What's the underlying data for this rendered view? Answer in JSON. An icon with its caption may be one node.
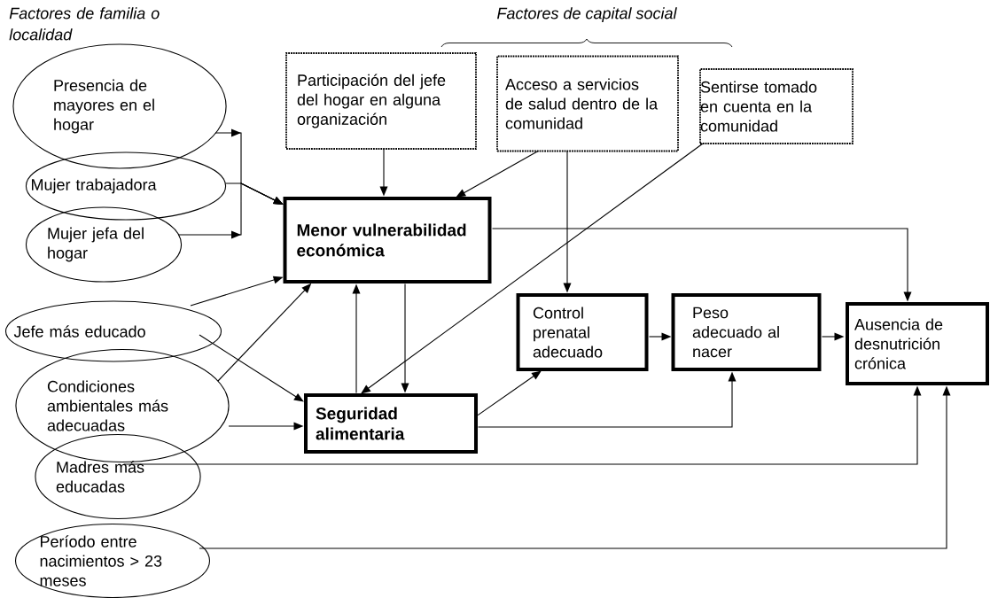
{
  "diagram": {
    "nodes": [
      {
        "text": [
          "Presencia de mayores en el hogar"
        ]
      },
      {
        "text": [
          "Mujer trabajadora"
        ]
      },
      {
        "text": [
          "Mujer jefa del hogar"
        ]
      },
      {
        "text": [
          "Participación del jefe del hogar en alguna organización"
        ]
      },
      {
        "text": [
          "Acceso a servicios de salud dentro de la comunidad"
        ]
      },
      {
        "text": [
          "Sentirse tomado en cuenta en la comunidad"
        ]
      },
      {
        "text": [
          "Menor vulnerabilidad económica"
        ]
      },
      {
        "text": [
          "Jefe más educado"
        ]
      },
      {
        "text": [
          "Condiciones ambientales más adecuadas"
        ]
      },
      {
        "text": [
          "Control prenatal adecuado"
        ]
      },
      {
        "text": [
          "Peso adecuado al nacer"
        ]
      },
      {
        "text": [
          "Ausencia de desnutrición crónica"
        ]
      },
      {
        "text": [
          "Seguridad alimentaria"
        ]
      },
      {
        "text": [
          "Madres más educadas"
        ]
      },
      {
        "text": [
          "Período entre nacimientos > 23 meses"
        ]
      }
    ],
    "edges": [
      {
        "from": 0,
        "to": 6,
        "arrow": "to"
      },
      {
        "from": 1,
        "to": 6,
        "arrow": "to"
      },
      {
        "from": 2,
        "to": 6,
        "arrow": "to"
      },
      {
        "from": 3,
        "to": 6,
        "arrow": "to"
      },
      {
        "from": 4,
        "to": 6,
        "arrow": "to"
      },
      {
        "from": 4,
        "to": 9,
        "arrow": "to"
      },
      {
        "from": 5,
        "to": 12,
        "arrow": "to"
      },
      {
        "from": 6,
        "to": 11,
        "arrow": "to"
      },
      {
        "from": 6,
        "to": 12,
        "arrow": "to"
      },
      {
        "from": 12,
        "to": 6,
        "arrow": "to"
      },
      {
        "from": 7,
        "to": 6,
        "arrow": "to"
      },
      {
        "from": 7,
        "to": 12,
        "arrow": "to"
      },
      {
        "from": 8,
        "to": 6,
        "arrow": "to"
      },
      {
        "from": 8,
        "to": 12,
        "arrow": "to"
      },
      {
        "from": 12,
        "to": 9,
        "arrow": "to"
      },
      {
        "from": 12,
        "to": 10,
        "arrow": "to"
      },
      {
        "from": 13,
        "to": 11,
        "arrow": "to"
      },
      {
        "from": 14,
        "to": 11,
        "arrow": "to"
      },
      {
        "from": 9,
        "to": 10,
        "arrow": "to"
      },
      {
        "from": 10,
        "to": 11,
        "arrow": "to"
      }
    ],
    "labels": [
      "Factores de familia o localidad",
      "Factores de capital social"
    ]
  }
}
